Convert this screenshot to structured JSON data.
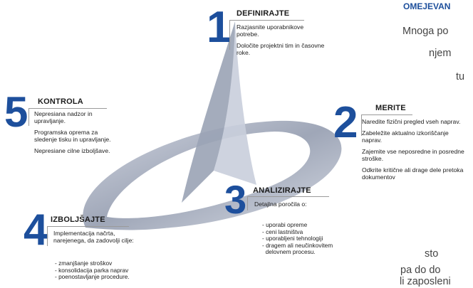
{
  "steps": [
    {
      "number": "1",
      "title": "DEFINIRAJTE",
      "paragraphs": [
        "Razjasnite uporabnikove potrebe.",
        "Določite projektni tim in časovne roke."
      ]
    },
    {
      "number": "2",
      "title": "MERITE",
      "paragraphs": [
        "Naredite fizični pregled vseh naprav.",
        "Zabeležite aktualno izkoriščanje naprav.",
        "Zajemite vse neposredne in posredne stroške.",
        "Odkrite kritične ali drage dele pretoka dokumentov"
      ]
    },
    {
      "number": "3",
      "title": "ANALIZIRAJTE",
      "intro": "Detajlna poročila o:",
      "items": [
        "- uporabi opreme",
        "- ceni lastništva",
        "- uporabljeni tehnologiji",
        "- dragem ali neučinkovitem",
        "  delovnem procesu."
      ]
    },
    {
      "number": "4",
      "title": "IZBOLJŠAJTE",
      "intro": "Implementacija načrta, narejenega, da zadovolji cilje:",
      "items": [
        "- zmanjšanje stroškov",
        "- konsolidacija parka naprav",
        "- poenostavljanje procedure."
      ]
    },
    {
      "number": "5",
      "title": "KONTROLA",
      "paragraphs": [
        "Nepresiana nadzor in upravljanje.",
        "Programska oprema za sledenje tisku in upravljanje.",
        "Nepresiane cilne izboljšave."
      ]
    }
  ],
  "sidebar": {
    "heading": "OMEJEVAN",
    "lines": [
      "Mnoga po",
      "njem",
      "tu",
      "sto",
      "pa do do",
      "li zaposleni"
    ]
  },
  "colors": {
    "accent": "#1d4f9c",
    "swoosh": "#9aa3b5"
  }
}
